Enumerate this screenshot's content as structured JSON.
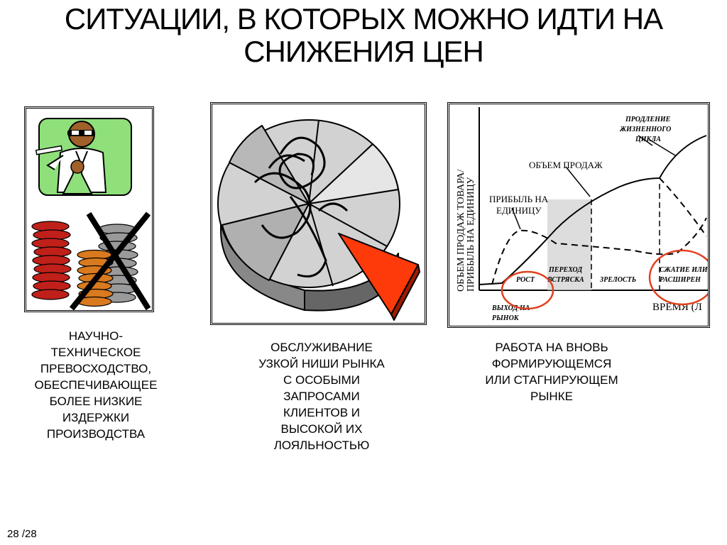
{
  "slide": {
    "title_line1": "СИТУАЦИИ, В КОТОРЫХ МОЖНО ИДТИ НА",
    "title_line2": "СНИЖЕНИЯ ЦЕН",
    "page": "28 /28"
  },
  "captions": {
    "c1": [
      "НАУЧНО-",
      "ТЕХНИЧЕСКОЕ",
      "ПРЕВОСХОДСТВО,",
      "ОБЕСПЕЧИВАЮЩЕЕ",
      "БОЛЕЕ НИЗКИЕ",
      "ИЗДЕРЖКИ",
      "ПРОИЗВОДСТВА"
    ],
    "c2": [
      "ОБСЛУЖИВАНИЕ",
      "УЗКОЙ НИШИ РЫНКА",
      "С ОСОБЫМИ",
      "ЗАПРОСАМИ",
      "КЛИЕНТОВ И",
      "ВЫСОКОЙ ИХ",
      "ЛОЯЛЬНОСТЬЮ"
    ],
    "c3": [
      "РАБОТА НА ВНОВЬ",
      "ФОРМИРУЮЩЕМСЯ",
      "ИЛИ СТАГНИРУЮЩЕМ",
      "РЫНКЕ"
    ]
  },
  "lifecycle": {
    "y_axis_line1": "ОБЪЕМ ПРОДАЖ ТОВАРА/",
    "y_axis_line2": "ПРИБЫЛЬ НА ЕДИНИЦУ",
    "x_axis": "ВРЕМЯ (Л",
    "label_extension": [
      "ПРОДЛЕНИЕ",
      "ЖИЗНЕННОГО",
      "ЦИКЛА"
    ],
    "label_sales": "ОБЪЕМ ПРОДАЖ",
    "label_profit": [
      "ПРИБЫЛЬ НА",
      "ЕДИНИЦУ"
    ],
    "stage_growth": "РОСТ",
    "stage_shake": [
      "ПЕРЕХОД",
      "ВСТРЯСКА"
    ],
    "stage_maturity": "ЗРЕЛОСТЬ",
    "stage_decline": [
      "СЖАТИЕ ИЛИ",
      "РАСШИРЕН"
    ],
    "stage_entry": [
      "ВЫХОД НА",
      "РЫНОК"
    ],
    "highlight_color": "#e0401c"
  },
  "colors": {
    "red_coins": "#c0201a",
    "orange_coins": "#d97a1e",
    "grey_coins": "#9a9a9a",
    "lab_bg": "#8fe07a",
    "pie_slice": "#ff3a0a"
  }
}
